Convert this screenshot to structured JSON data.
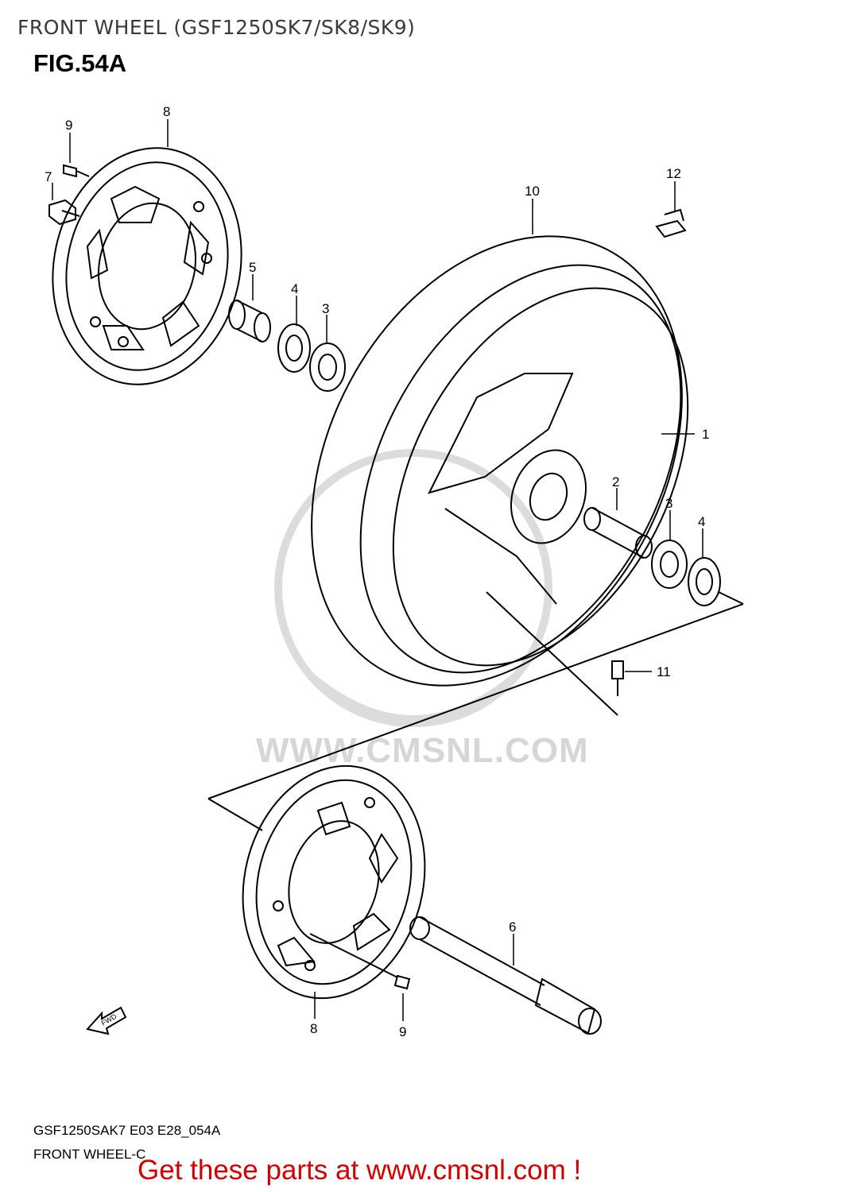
{
  "header": {
    "title": "FRONT WHEEL (GSF1250SK7/SK8/SK9)",
    "figure": "FIG.54A"
  },
  "watermark": {
    "text": "WWW.CMSNL.COM"
  },
  "callouts": {
    "wheel": "1",
    "spacer": "2",
    "bearing_right": "3",
    "seal_right": "4",
    "bearing_left": "3",
    "seal_left": "4",
    "collar": "5",
    "axle": "6",
    "bolt_top": "7",
    "disc_top": "8",
    "disc_bottom": "8",
    "screw_top": "9",
    "screw_bottom": "9",
    "tire": "10",
    "valve": "11",
    "balancer": "12"
  },
  "fwd_icon_label": "FWD",
  "footer": {
    "code": "GSF1250SAK7 E03 E28_054A",
    "subtitle": "FRONT WHEEL-C",
    "promo": "Get these parts at www.cmsnl.com !"
  }
}
